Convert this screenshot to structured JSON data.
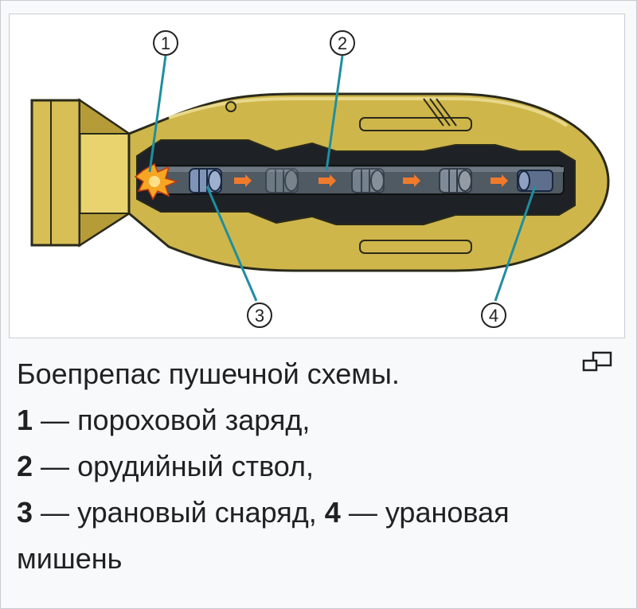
{
  "diagram": {
    "callouts": [
      {
        "number": "1",
        "meaning": "powder charge"
      },
      {
        "number": "2",
        "meaning": "gun barrel"
      },
      {
        "number": "3",
        "meaning": "uranium projectile"
      },
      {
        "number": "4",
        "meaning": "uranium target"
      }
    ],
    "colors": {
      "casing": "#cfb64b",
      "casing_outline": "#2a2a1a",
      "barrel": "#4f5a63",
      "interior": "#1e2226",
      "arrows": "#f07a2c",
      "flash": "#f6a623",
      "leader_lines": "#1f8ea0"
    }
  },
  "caption": {
    "title": "Боепрепас пушечной схемы.",
    "items": [
      {
        "num": "1",
        "dash": "—",
        "text": "пороховой заряд,"
      },
      {
        "num": "2",
        "dash": "—",
        "text": "орудийный ствол,"
      },
      {
        "num": "3",
        "dash": "—",
        "text": "урановый снаряд,"
      },
      {
        "num": "4",
        "dash": "—",
        "text": "урановая"
      }
    ],
    "tail": "мишень"
  },
  "icons": {
    "enlarge": "enlarge-icon"
  }
}
